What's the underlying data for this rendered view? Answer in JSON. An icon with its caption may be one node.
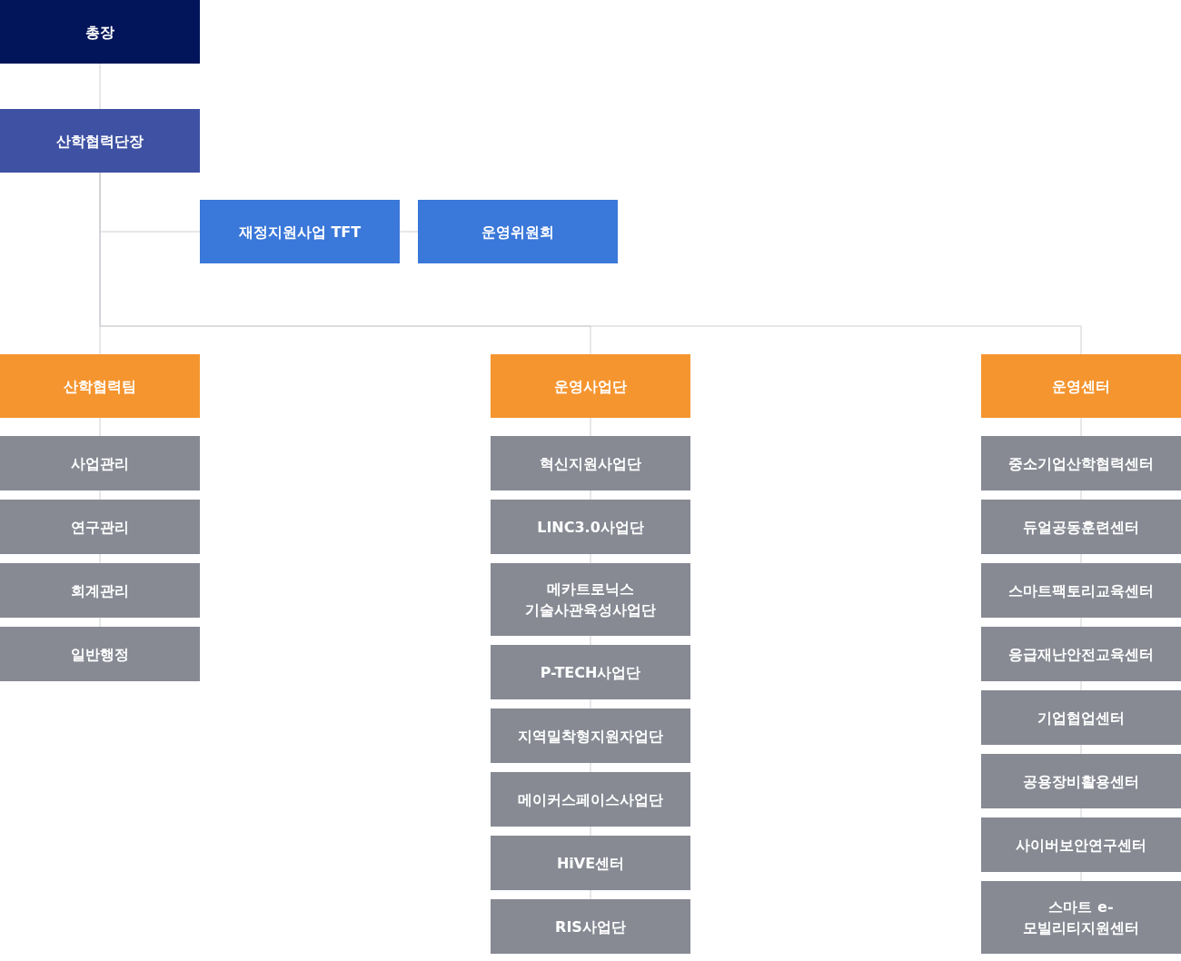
{
  "diagram": {
    "nodes": [
      {
        "text": [
          "총장"
        ]
      },
      {
        "text": [
          "산학협력단장"
        ]
      },
      {
        "text": [
          "재정지원사업 TFT"
        ]
      },
      {
        "text": [
          "운영위원회"
        ]
      },
      {
        "text": [
          "산학협력팀"
        ]
      },
      {
        "text": [
          "운영사업단"
        ]
      },
      {
        "text": [
          "운영센터"
        ]
      },
      {
        "text": [
          "사업관리"
        ]
      },
      {
        "text": [
          "연구관리"
        ]
      },
      {
        "text": [
          "회계관리"
        ]
      },
      {
        "text": [
          "일반행정"
        ]
      },
      {
        "text": [
          "혁신지원사업단"
        ]
      },
      {
        "text": [
          "LINC3.0사업단"
        ]
      },
      {
        "text": [
          "메카트로닉스 기술사관육성사업단"
        ]
      },
      {
        "text": [
          "P-TECH사업단"
        ]
      },
      {
        "text": [
          "지역밀착형지원자업단"
        ]
      },
      {
        "text": [
          "메이커스페이스사업단"
        ]
      },
      {
        "text": [
          "HiVE센터"
        ]
      },
      {
        "text": [
          "RIS사업단"
        ]
      },
      {
        "text": [
          "중소기업산학협력센터"
        ]
      },
      {
        "text": [
          "듀얼공동훈련센터"
        ]
      },
      {
        "text": [
          "스마트팩토리교육센터"
        ]
      },
      {
        "text": [
          "응급재난안전교육센터"
        ]
      },
      {
        "text": [
          "기업협업센터"
        ]
      },
      {
        "text": [
          "공용장비활용센터"
        ]
      },
      {
        "text": [
          "사이버보안연구센터"
        ]
      },
      {
        "text": [
          "스마트 e-모빌리티지원센터"
        ]
      }
    ],
    "edges": [
      {
        "from": 0,
        "to": 1,
        "arrow": "none"
      },
      {
        "from": 1,
        "to": 2,
        "arrow": "none"
      },
      {
        "from": 2,
        "to": 3,
        "arrow": "none"
      },
      {
        "from": 1,
        "to": 4,
        "arrow": "none"
      },
      {
        "from": 1,
        "to": 5,
        "arrow": "none"
      },
      {
        "from": 1,
        "to": 6,
        "arrow": "none"
      },
      {
        "from": 4,
        "to": 7,
        "arrow": "none"
      },
      {
        "from": 7,
        "to": 8,
        "arrow": "none"
      },
      {
        "from": 8,
        "to": 9,
        "arrow": "none"
      },
      {
        "from": 9,
        "to": 10,
        "arrow": "none"
      },
      {
        "from": 5,
        "to": 11,
        "arrow": "none"
      },
      {
        "from": 11,
        "to": 12,
        "arrow": "none"
      },
      {
        "from": 12,
        "to": 13,
        "arrow": "none"
      },
      {
        "from": 13,
        "to": 14,
        "arrow": "none"
      },
      {
        "from": 14,
        "to": 15,
        "arrow": "none"
      },
      {
        "from": 15,
        "to": 16,
        "arrow": "none"
      },
      {
        "from": 16,
        "to": 17,
        "arrow": "none"
      },
      {
        "from": 17,
        "to": 18,
        "arrow": "none"
      },
      {
        "from": 6,
        "to": 19,
        "arrow": "none"
      },
      {
        "from": 19,
        "to": 20,
        "arrow": "none"
      },
      {
        "from": 20,
        "to": 21,
        "arrow": "none"
      },
      {
        "from": 21,
        "to": 22,
        "arrow": "none"
      },
      {
        "from": 22,
        "to": 23,
        "arrow": "none"
      },
      {
        "from": 23,
        "to": 24,
        "arrow": "none"
      },
      {
        "from": 24,
        "to": 25,
        "arrow": "none"
      },
      {
        "from": 25,
        "to": 26,
        "arrow": "none"
      }
    ]
  }
}
